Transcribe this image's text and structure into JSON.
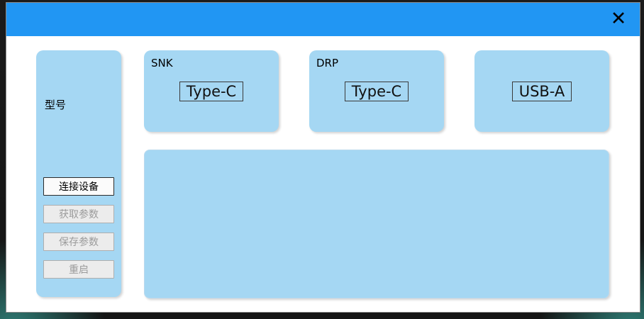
{
  "titlebar": {
    "close_label": "✕"
  },
  "sidebar": {
    "label": "型号",
    "buttons": [
      {
        "label": "连接设备",
        "enabled": true
      },
      {
        "label": "获取参数",
        "enabled": false
      },
      {
        "label": "保存参数",
        "enabled": false
      },
      {
        "label": "重启",
        "enabled": false
      }
    ]
  },
  "port_panels": [
    {
      "label": "SNK",
      "port": "Type-C"
    },
    {
      "label": "DRP",
      "port": "Type-C"
    },
    {
      "label": "",
      "port": "USB-A"
    }
  ],
  "log_panel": {
    "content": ""
  },
  "colors": {
    "titlebar_blue": "#2196F3",
    "panel_blue": "#A5D7F3"
  }
}
